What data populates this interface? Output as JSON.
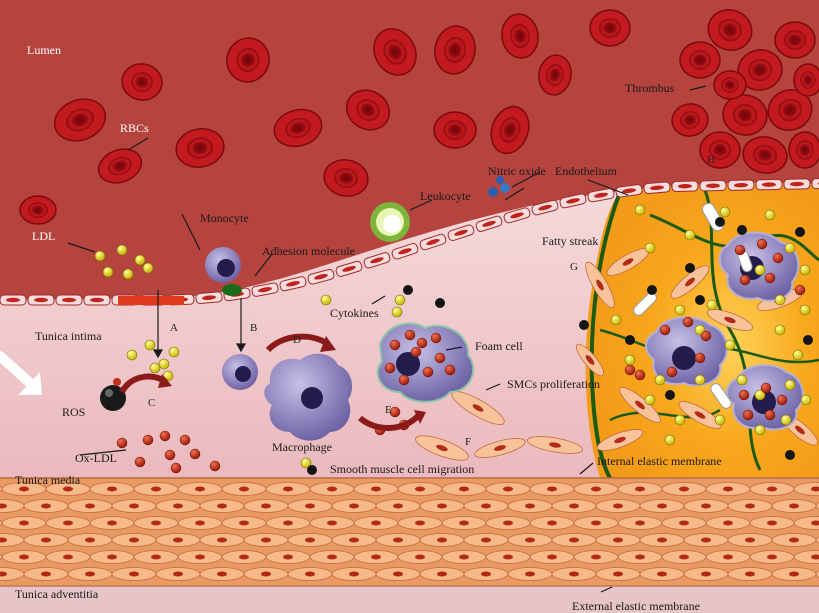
{
  "labels": {
    "lumen": "Lumen",
    "rbcs": "RBCs",
    "thrombus": "Thrombus",
    "nitric_oxide": "Nitric oxide",
    "endothelium": "Endothelium",
    "leukocyte": "Leukocyte",
    "monocyte": "Monocyte",
    "adhesion_molecule": "Adhesion molecule",
    "ldl": "LDL",
    "fatty_streak": "Fatty streak",
    "cytokines": "Cytokines",
    "tunica_intima": "Tunica intima",
    "foam_cell": "Foam cell",
    "smcs_proliferation": "SMCs proliferation",
    "ros": "ROS",
    "ox_ldl": "Ox-LDL",
    "macrophage": "Macrophage",
    "smooth_muscle_cell_migration": "Smooth muscle cell migration",
    "internal_elastic_membrane": "Internal elastic membrane",
    "tunica_media": "Tunica media",
    "tunica_adventitia": "Tunica adventitia",
    "external_elastic_membrane": "External elastic membrane"
  },
  "steps": {
    "a": "A",
    "b": "B",
    "c": "C",
    "d": "D",
    "e": "E",
    "f": "F",
    "g": "G",
    "h": "H"
  },
  "colors": {
    "lumen": "#b5443f",
    "rbc": "#b3141a",
    "intima": "#f1cfd1",
    "media": "#e99a62",
    "adventitia": "#e7c4c6",
    "plaque": "#f6a019",
    "ldl": "#e6e22a",
    "oxldl": "#c0301c",
    "macrophage": "#9c8fc4"
  }
}
